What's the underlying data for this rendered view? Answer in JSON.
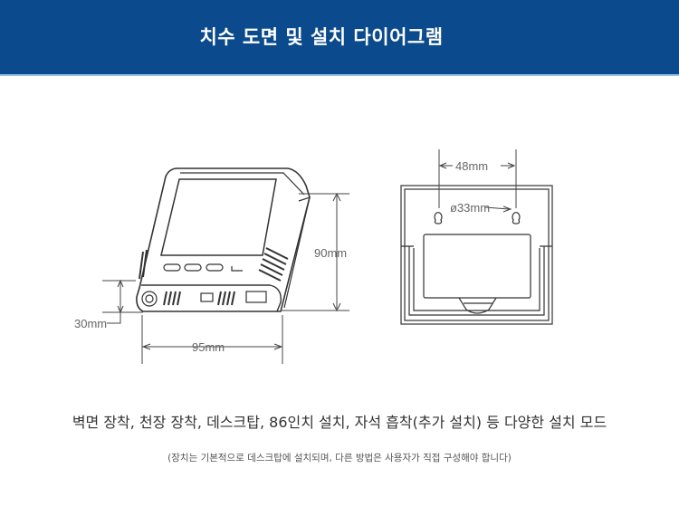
{
  "header": {
    "title": "치수 도면 및 설치 다이어그램"
  },
  "diagram": {
    "front_view": {
      "height_label": "90mm",
      "width_label": "95mm",
      "depth_label": "30mm"
    },
    "back_view": {
      "hole_spacing_label": "48mm",
      "hole_diameter_label": "ø33mm"
    }
  },
  "description": "벽면 장착, 천장 장착, 데스크탑, 86인치 설치, 자석 흡착(추가 설치) 등 다양한 설치 모드",
  "note": "(장치는 기본적으로 데스크탑에 설치되며, 다른 방법은 사용자가 직접 구성해야 합니다)"
}
